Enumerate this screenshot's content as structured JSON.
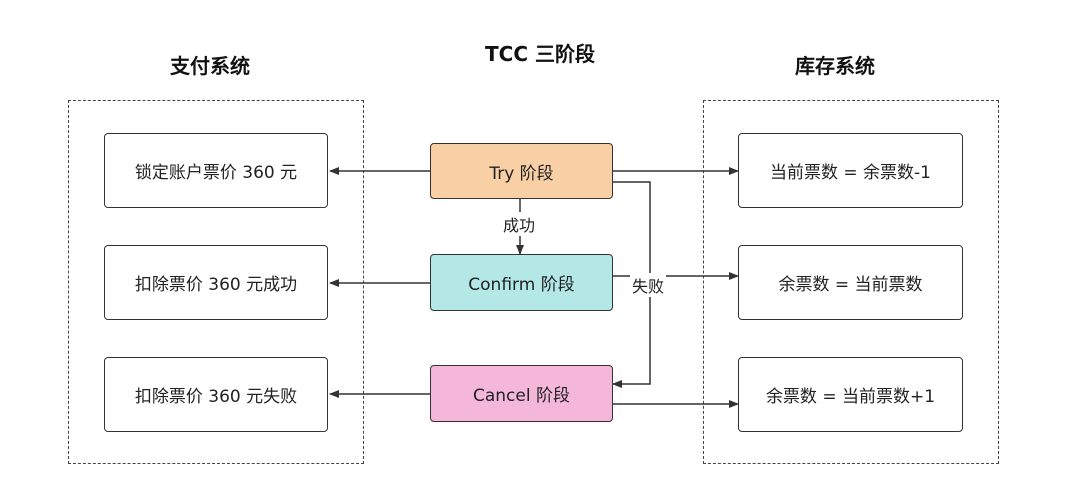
{
  "titles": {
    "center": "TCC 三阶段",
    "left": "支付系统",
    "right": "库存系统"
  },
  "phases": {
    "try": "Try 阶段",
    "confirm": "Confirm 阶段",
    "cancel": "Cancel 阶段"
  },
  "payment": {
    "lock": "锁定账户票价 360 元",
    "deduct_success": "扣除票价 360 元成功",
    "deduct_fail": "扣除票价 360 元失败"
  },
  "inventory": {
    "current_minus": "当前票数 = 余票数-1",
    "remain_eq": "余票数 = 当前票数",
    "remain_plus": "余票数 = 当前票数+1"
  },
  "edges": {
    "success": "成功",
    "fail": "失败"
  },
  "colors": {
    "try": "#f9d0a6",
    "confirm": "#b3e8e7",
    "cancel": "#f4b6d9"
  }
}
